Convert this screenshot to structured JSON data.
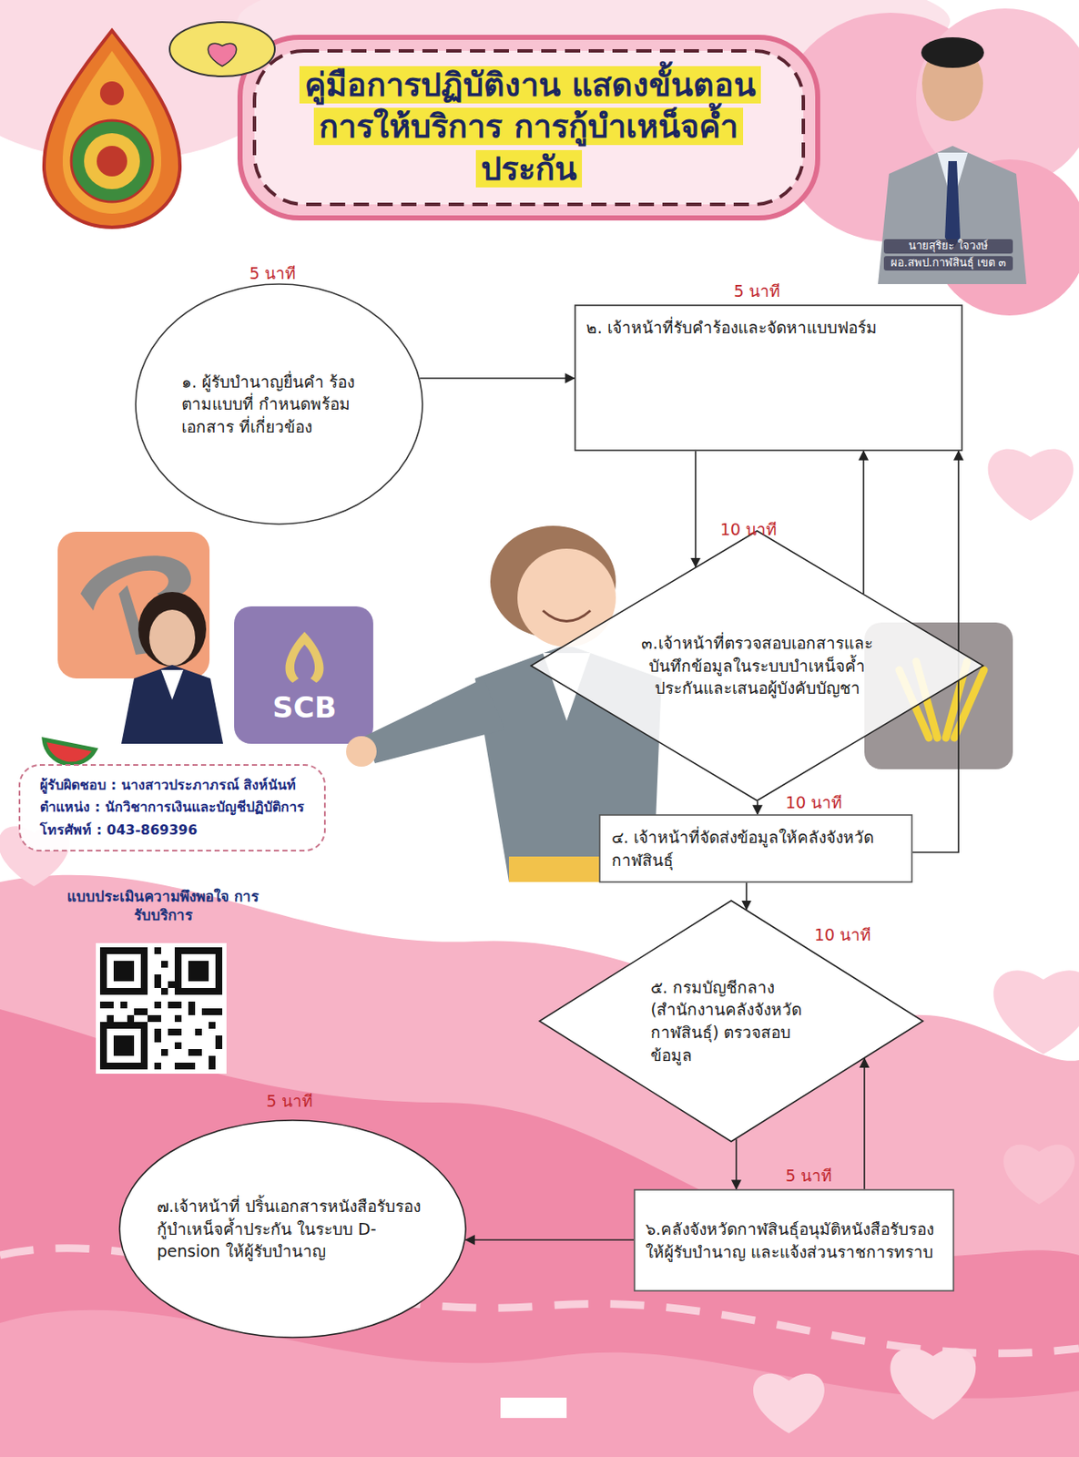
{
  "diagram": {
    "title": "คู่มือการปฏิบัติงาน แสดงขั้นตอนการให้บริการ การกู้บำเหน็จค้ำประกัน",
    "nodes": [
      {
        "text": [
          "๑. ผู้รับบำนาญยื่นคำ ร้องตามแบบที่ กำหนดพร้อมเอกสาร ที่เกี่ยวข้อง"
        ]
      },
      {
        "text": [
          "๒. เจ้าหน้าที่รับคำร้องและจัดหาแบบฟอร์ม"
        ]
      },
      {
        "text": [
          "๓.เจ้าหน้าที่ตรวจสอบเอกสารและ บันทึกข้อมูลในระบบบำเหน็จค้ำ ประกันและเสนอผู้บังคับบัญชา"
        ]
      },
      {
        "text": [
          "๔. เจ้าหน้าที่จัดส่งข้อมูลให้คลังจังหวัด กาฬสินธุ์"
        ]
      },
      {
        "text": [
          "๕. กรมบัญชีกลาง (สำนักงานคลังจังหวัด กาฬสินธุ์) ตรวจสอบ ข้อมูล"
        ]
      },
      {
        "text": [
          "๖.คลังจังหวัดกาฬสินธุ์อนุมัติหนังสือรับรอง ให้ผู้รับบำนาญ และแจ้งส่วนราชการทราบ"
        ]
      },
      {
        "text": [
          "๗.เจ้าหน้าที่ ปริ้นเอกสารหนังสือรับรอง กู้บำเหน็จค้ำประกัน ในระบบ D-pension ให้ผู้รับบำนาญ"
        ]
      },
      {
        "text": [
          "ผู้รับผิดชอบ : นางสาวประภาภรณ์ สิงห์นันท์",
          "ตำแหน่ง : นักวิชาการเงินและบัญชีปฏิบัติการ",
          "โทรศัพท์ : 043-869396"
        ]
      }
    ],
    "edges": [
      {
        "from": 0,
        "to": 1,
        "arrow": "to"
      },
      {
        "from": 1,
        "to": 2,
        "arrow": "to"
      },
      {
        "from": 2,
        "to": 1,
        "arrow": "to"
      },
      {
        "from": 2,
        "to": 3,
        "arrow": "to"
      },
      {
        "from": 3,
        "to": 4,
        "arrow": "to"
      },
      {
        "from": 3,
        "to": 1,
        "arrow": "to"
      },
      {
        "from": 4,
        "to": 5,
        "arrow": "to"
      },
      {
        "from": 5,
        "to": 4,
        "arrow": "to"
      },
      {
        "from": 5,
        "to": 6,
        "arrow": "to"
      }
    ],
    "labels": [
      "5 นาที",
      "5 นาที",
      "10 นาที",
      "10 นาที",
      "10 นาที",
      "5 นาที",
      "5 นาที",
      "นายสุริยะ ใจวงษ์",
      "ผอ.สพป.กาฬสินธุ์ เขต ๓",
      "SCB",
      "แบบประเมินความพึงพอใจ การรับบริการ"
    ]
  }
}
